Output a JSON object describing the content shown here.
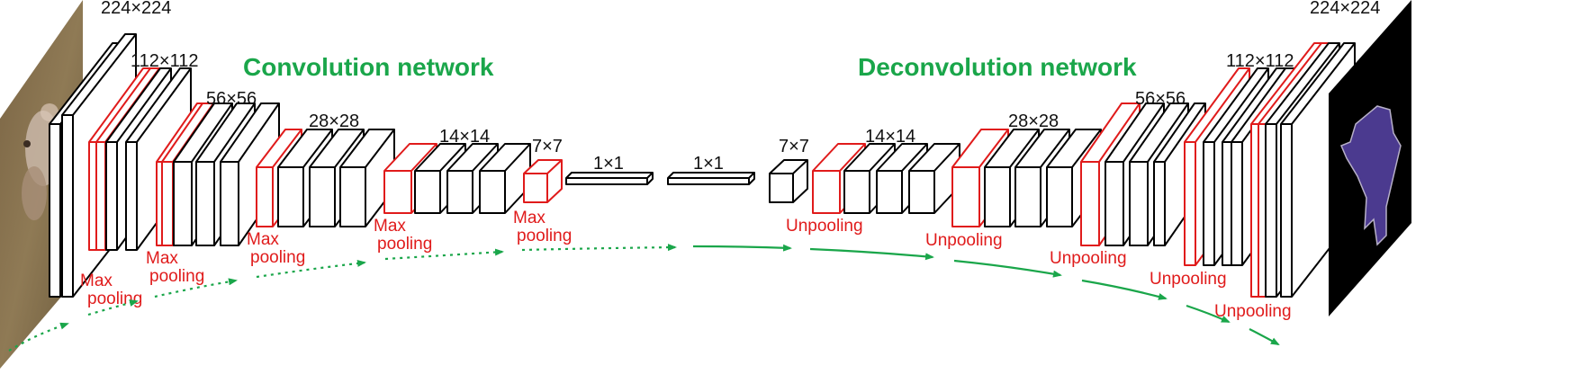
{
  "titles": {
    "conv": "Convolution network",
    "deconv": "Deconvolution network"
  },
  "sizes": {
    "s224_left": "224×224",
    "s112_left": "112×112",
    "s56_left": "56×56",
    "s28_left": "28×28",
    "s14_left": "14×14",
    "s7_left": "7×7",
    "s1_left": "1×1",
    "s1_right": "1×1",
    "s7_right": "7×7",
    "s14_right": "14×14",
    "s28_right": "28×28",
    "s56_right": "56×56",
    "s112_right": "112×112",
    "s224_right": "224×224"
  },
  "ops": {
    "max": "Max",
    "pooling": "pooling",
    "unpooling": "Unpooling"
  },
  "colors": {
    "conv_block": "#000000",
    "pool_block": "#e01b1b",
    "arrow": "#1aa64a",
    "title": "#1aa64a",
    "input_image": "#8a7350",
    "output_background": "#000000",
    "output_mask": "#4b3a8f"
  },
  "images": {
    "input": "photo-of-dog-on-grass",
    "output": "segmentation-mask-of-dog"
  }
}
